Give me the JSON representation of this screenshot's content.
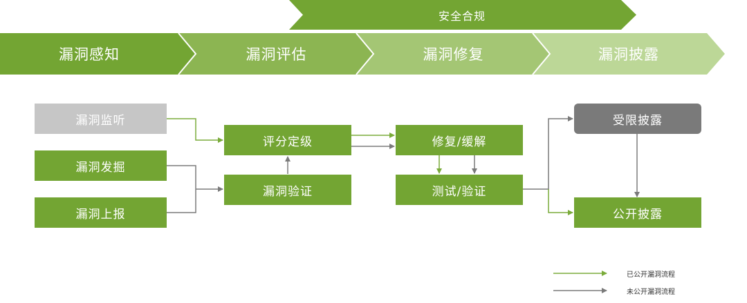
{
  "banner": {
    "label": "安全合规"
  },
  "stages": [
    {
      "label": "漏洞感知"
    },
    {
      "label": "漏洞评估"
    },
    {
      "label": "漏洞修复"
    },
    {
      "label": "漏洞披露"
    }
  ],
  "nodes": {
    "monitor": "漏洞监听",
    "discover": "漏洞发掘",
    "report": "漏洞上报",
    "grade": "评分定级",
    "verify": "漏洞验证",
    "fix": "修复/缓解",
    "test": "测试/验证",
    "limited": "受限披露",
    "public": "公开披露"
  },
  "legend": {
    "public_flow": "已公开漏洞流程",
    "private_flow": "未公开漏洞流程"
  },
  "colors": {
    "green": "#73a533",
    "stage1": "#73a533",
    "stage2": "#8cb552",
    "stage3": "#a4c674",
    "stage4": "#bcd797",
    "gray_light": "#c6c6c6",
    "gray_dark": "#7a7a7a",
    "arrow_green": "#7aab3a",
    "arrow_gray": "#7a7a7a"
  }
}
